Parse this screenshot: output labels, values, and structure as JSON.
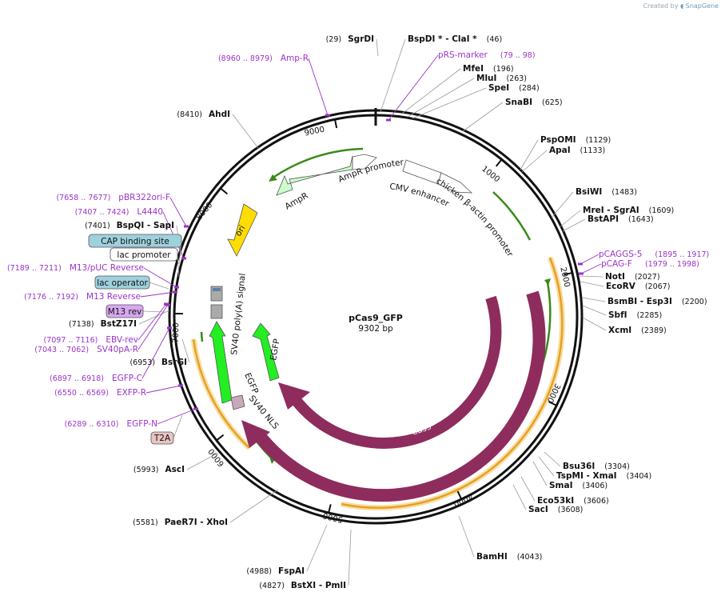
{
  "credit": {
    "created_by": "Created by",
    "brand": "SnapGene",
    "logo_icon": "snapgene-logo-icon"
  },
  "plasmid": {
    "name": "pCas9_GFP",
    "length_label": "9302 bp",
    "length": 9302
  },
  "colors": {
    "cas9": "#8e2c5e",
    "egfp": "#22ee22",
    "ampr": "#ccffcc",
    "ori": "#ffdd00",
    "primer": "#9b33c8",
    "orange": "#f0b040",
    "arrow_green": "#3a8a1a"
  },
  "tick_labels": [
    "1000",
    "2000",
    "3000",
    "4000",
    "5000",
    "6000",
    "7000",
    "8000",
    "9000"
  ],
  "enzymes": [
    {
      "pos": "(29)",
      "name": "SgrDI"
    },
    {
      "pos": "(46)",
      "name": "BspDI *  - ClaI *"
    },
    {
      "pos": "(196)",
      "name": "MfeI"
    },
    {
      "pos": "(263)",
      "name": "MluI"
    },
    {
      "pos": "(284)",
      "name": "SpeI"
    },
    {
      "pos": "(625)",
      "name": "SnaBI"
    },
    {
      "pos": "(1129)",
      "name": "PspOMI"
    },
    {
      "pos": "(1133)",
      "name": "ApaI"
    },
    {
      "pos": "(1483)",
      "name": "BsiWI"
    },
    {
      "pos": "(1609)",
      "name": "MreI  - SgrAI"
    },
    {
      "pos": "(1643)",
      "name": "BstAPI"
    },
    {
      "pos": "(2027)",
      "name": "NotI"
    },
    {
      "pos": "(2067)",
      "name": "EcoRV"
    },
    {
      "pos": "(2200)",
      "name": "BsmBI  - Esp3I"
    },
    {
      "pos": "(2285)",
      "name": "SbfI"
    },
    {
      "pos": "(2389)",
      "name": "XcmI"
    },
    {
      "pos": "(3304)",
      "name": "Bsu36I"
    },
    {
      "pos": "(3404)",
      "name": "TspMI  - XmaI"
    },
    {
      "pos": "(3406)",
      "name": "SmaI"
    },
    {
      "pos": "(3606)",
      "name": "Eco53kI"
    },
    {
      "pos": "(3608)",
      "name": "SacI"
    },
    {
      "pos": "(4043)",
      "name": "BamHI"
    },
    {
      "pos": "(4988)",
      "name": "FspAI"
    },
    {
      "pos": "(4827)",
      "name": "BstXI  - PmlI"
    },
    {
      "pos": "(5581)",
      "name": "PaeR7I  - XhoI"
    },
    {
      "pos": "(5993)",
      "name": "AscI"
    },
    {
      "pos": "(6953)",
      "name": "BsrGI"
    },
    {
      "pos": "(7138)",
      "name": "BstZ17I"
    },
    {
      "pos": "(7401)",
      "name": "BspQI  - SapI"
    },
    {
      "pos": "(8410)",
      "name": "AhdI"
    }
  ],
  "primers": [
    {
      "pos": "(8960 .. 8979)",
      "name": "Amp-R"
    },
    {
      "pos": "(79 .. 98)",
      "name": "pRS-marker"
    },
    {
      "pos": "(1895 .. 1917)",
      "name": "pCAGGS-5"
    },
    {
      "pos": "(1979 .. 1998)",
      "name": "pCAG-F"
    },
    {
      "pos": "(7658 .. 7677)",
      "name": "pBR322ori-F"
    },
    {
      "pos": "(7407 .. 7424)",
      "name": "L4440"
    },
    {
      "pos": "(7189 .. 7211)",
      "name": "M13/pUC Reverse"
    },
    {
      "pos": "(7176 .. 7192)",
      "name": "M13 Reverse"
    },
    {
      "pos": "(7097 .. 7116)",
      "name": "EBV-rev"
    },
    {
      "pos": "(7043 .. 7062)",
      "name": "SV40pA-R"
    },
    {
      "pos": "(6897 .. 6918)",
      "name": "EGFP-C"
    },
    {
      "pos": "(6550 .. 6569)",
      "name": "EXFP-R"
    },
    {
      "pos": "(6289 .. 6310)",
      "name": "EGFP-N"
    }
  ],
  "boxed_labels": [
    {
      "text": "CAP binding site",
      "fill": "#9fd0dd"
    },
    {
      "text": "lac promoter",
      "fill": "#ffffff"
    },
    {
      "text": "lac operator",
      "fill": "#9fd0dd"
    },
    {
      "text": "M13 rev",
      "fill": "#d7a8f0"
    },
    {
      "text": "T2A",
      "fill": "#e8c4c4"
    }
  ],
  "features": {
    "ampr_promoter": "AmpR promoter",
    "cmv_enhancer": "CMV enhancer",
    "chicken_actin": "chicken β-actin promoter",
    "ampr": "AmpR",
    "ori": "ori",
    "sv40_polya": "SV40 poly(A) signal",
    "egfp": "EGFP",
    "egfp2": "EGFP",
    "sv40_nls": "SV40 NLS",
    "cas9_inner": "Cas9",
    "cas9_outer": "Cas9"
  }
}
